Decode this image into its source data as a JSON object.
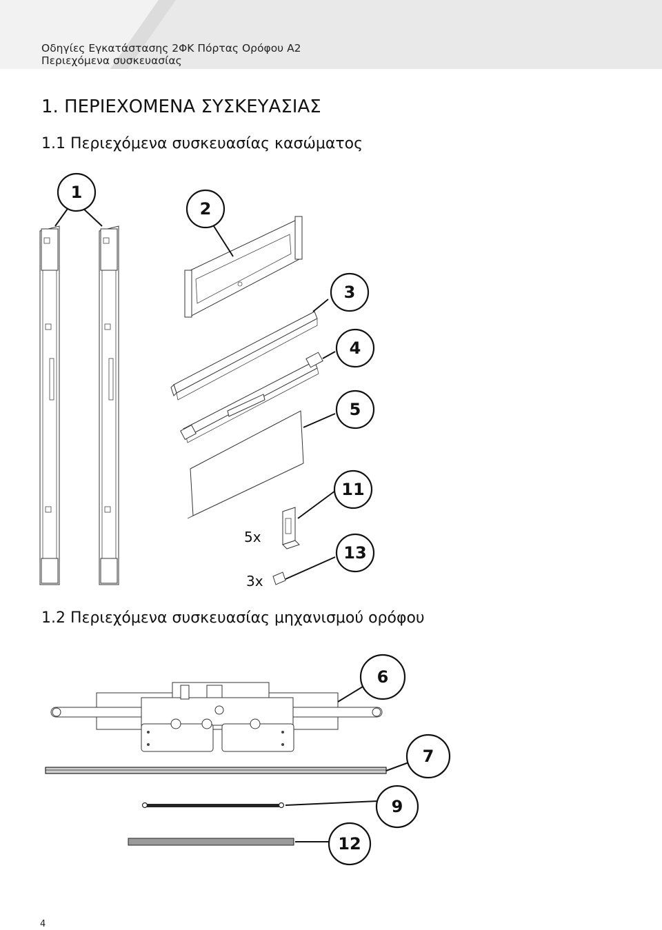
{
  "header": {
    "line1": "Οδηγίες Εγκατάστασης 2ΦΚ Πόρτας Ορόφου Α2",
    "line2": "Περιεχόμενα συσκευασίας"
  },
  "section": {
    "title": "1. ΠΕΡΙΕΧΟΜΕΝΑ ΣΥΣΚΕΥΑΣΙΑΣ"
  },
  "subsection_1": {
    "title": "1.1 Περιεχόμενα συσκευασίας κασώματος",
    "callouts": [
      "1",
      "2",
      "3",
      "4",
      "5",
      "11",
      "13"
    ],
    "quantities": {
      "part_11": "5x",
      "part_13": "3x"
    }
  },
  "subsection_2": {
    "title": "1.2 Περιεχόμενα συσκευασίας μηχανισμού ορόφου",
    "callouts": [
      "6",
      "7",
      "9",
      "12"
    ]
  },
  "footer": {
    "page_number": "4"
  }
}
